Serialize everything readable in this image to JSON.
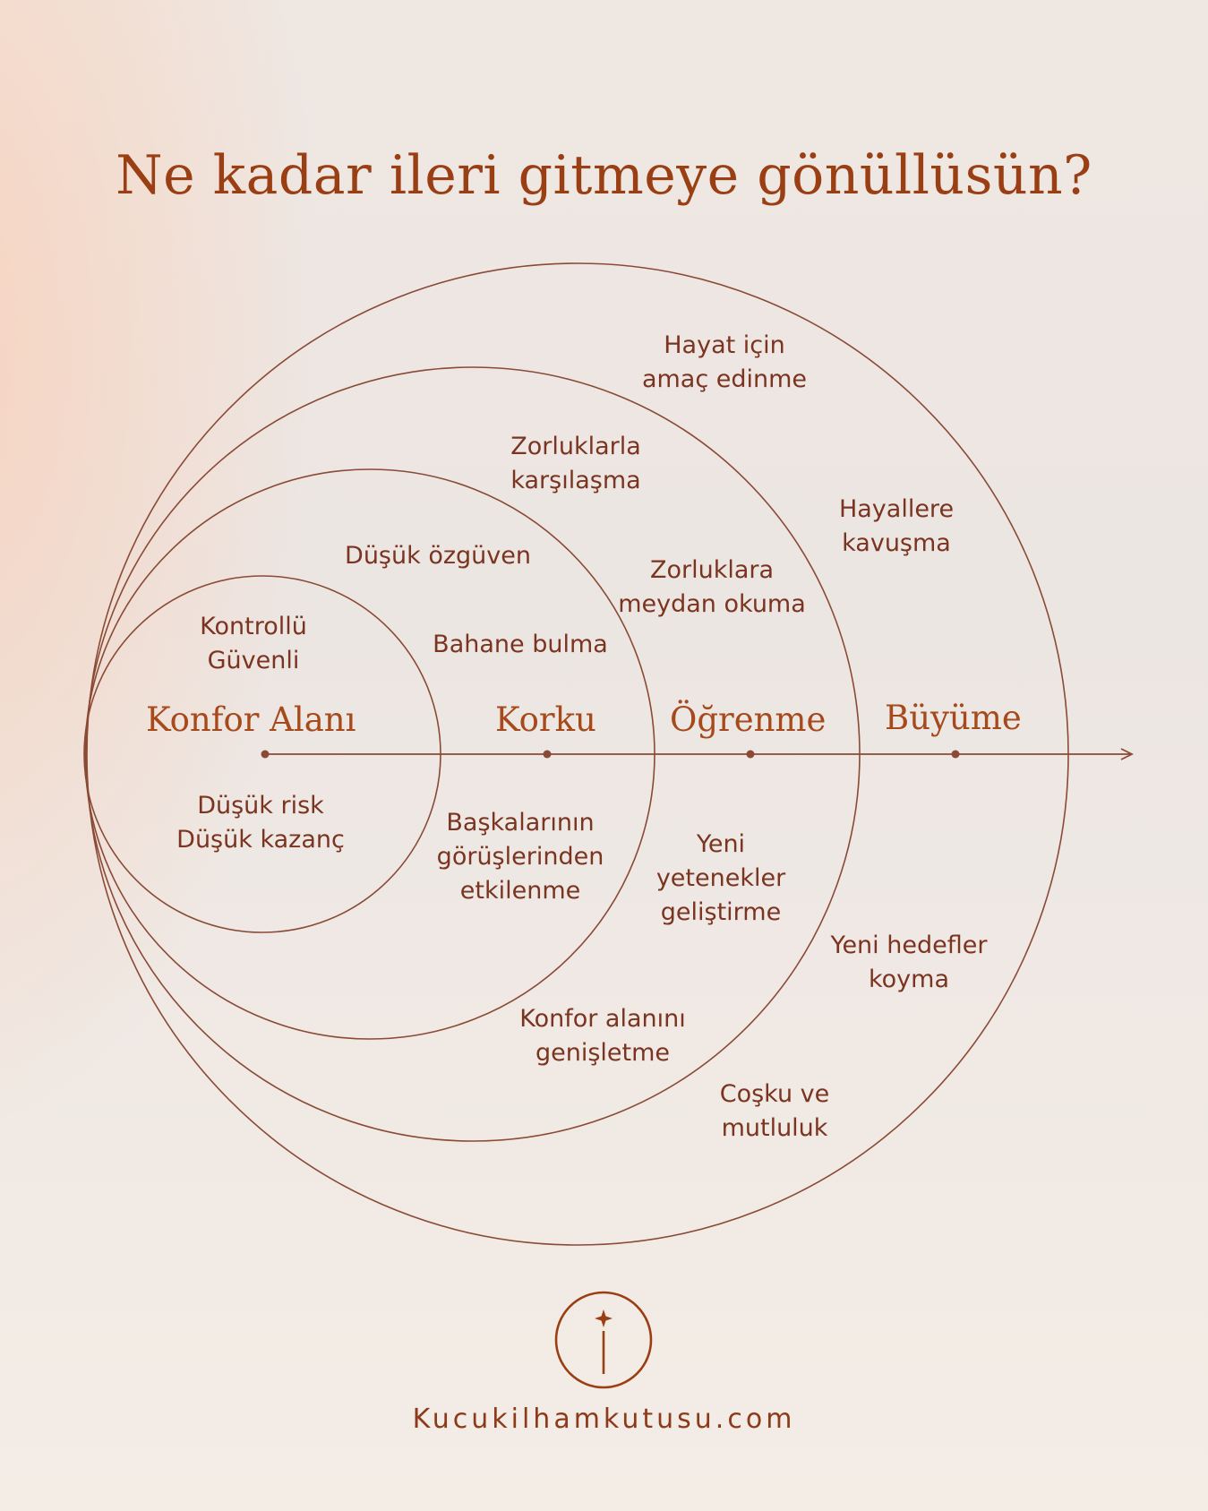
{
  "title": "Ne kadar ileri gitmeye gönüllüsün?",
  "zones": [
    {
      "name": "Konfor Alanı"
    },
    {
      "name": "Korku"
    },
    {
      "name": "Öğrenme"
    },
    {
      "name": "Büyüme"
    }
  ],
  "items": {
    "konfor_top": "Kontrollü\nGüvenli",
    "konfor_bottom": "Düşük risk\nDüşük kazanç",
    "korku_1": "Düşük özgüven",
    "korku_2": "Bahane bulma",
    "korku_3": "Başkalarının\ngörüşlerinden\netkilenme",
    "ogrenme_1": "Zorluklarla\nkarşılaşma",
    "ogrenme_2": "Zorluklara\nmeydan okuma",
    "ogrenme_3": "Yeni\nyetenekler\ngeliştirme",
    "ogrenme_4": "Konfor alanını\ngenişletme",
    "buyume_1": "Hayat için\namaç edinme",
    "buyume_2": "Hayallere\nkavuşma",
    "buyume_3": "Yeni hedefler\nkoyma",
    "buyume_4": "Coşku ve\nmutluluk"
  },
  "footer": {
    "site": "Kucukilhamkutusu.com",
    "logo_icon": "i-star-circle-logo-icon"
  },
  "colors": {
    "accent": "#9a3e14",
    "line": "#8a4a35",
    "text": "#7a3420"
  }
}
